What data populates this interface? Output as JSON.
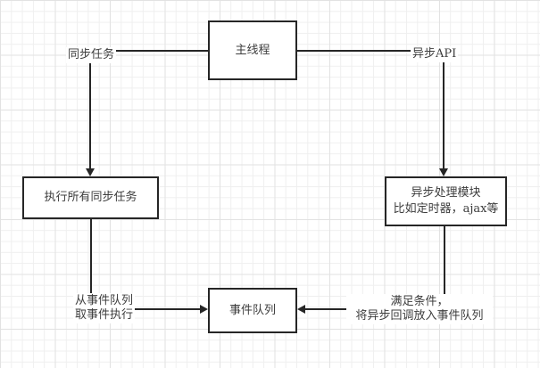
{
  "diagram": {
    "nodes": {
      "main_thread": {
        "label": "主线程"
      },
      "sync_exec": {
        "label": "执行所有同步任务"
      },
      "async_module": {
        "label_line1": "异步处理模块",
        "label_line2": "比如定时器，ajax等"
      },
      "event_queue": {
        "label": "事件队列"
      }
    },
    "edge_labels": {
      "sync_task": "同步任务",
      "async_api": "异步API",
      "dequeue_line1": "从事件队列",
      "dequeue_line2": "取事件执行",
      "enqueue_line1": "满足条件，",
      "enqueue_line2": "将异步回调放入事件队列"
    },
    "colors": {
      "line": "#262626",
      "text": "#3d3d3d",
      "node_fill": "#ffffff",
      "node_border": "#262626",
      "grid_minor": "#efefef",
      "grid_major": "#e2e2e2",
      "background": "#ffffff"
    }
  }
}
